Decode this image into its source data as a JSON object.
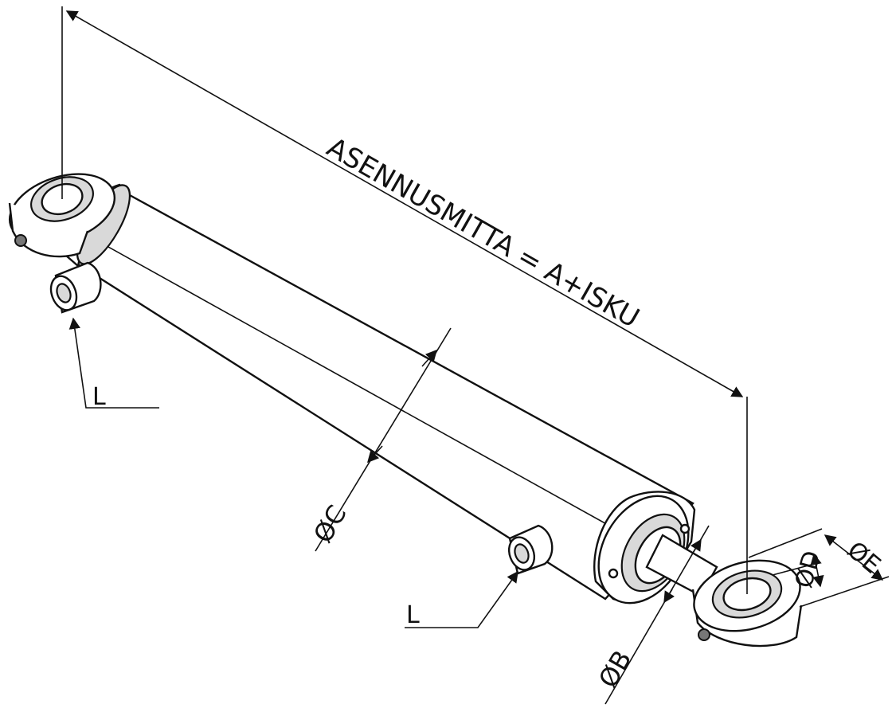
{
  "diagram": {
    "labels": {
      "mounting_length": "ASENNUSMITTA = A+ISKU",
      "dim_l_upper": "L",
      "dim_l_lower": "L",
      "dim_c": "ØC",
      "dim_b": "ØB",
      "dim_d": "ØD",
      "dim_e": "ØE"
    }
  }
}
